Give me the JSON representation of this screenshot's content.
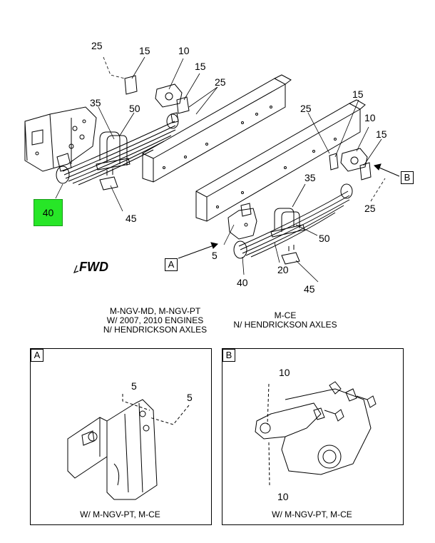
{
  "callouts": {
    "left": [
      "25",
      "15",
      "10",
      "15",
      "25",
      "35",
      "50",
      "40",
      "45"
    ],
    "right": [
      "15",
      "25",
      "10",
      "15",
      "25",
      "35",
      "5",
      "50",
      "20",
      "40",
      "45"
    ],
    "detail_a": [
      "5",
      "5"
    ],
    "detail_b": [
      "10",
      "10"
    ]
  },
  "highlight": {
    "label": "40",
    "color": "#27e627"
  },
  "reference_boxes": {
    "a": "A",
    "b": "B"
  },
  "forward_label": "FWD",
  "captions": {
    "left_line1": "M-NGV-MD, M-NGV-PT",
    "left_line2": "W/ 2007, 2010 ENGINES",
    "left_line3": "N/ HENDRICKSON AXLES",
    "right_line1": "M-CE",
    "right_line2": "N/ HENDRICKSON AXLES"
  },
  "details": {
    "a": {
      "letter": "A",
      "caption": "W/ M-NGV-PT, M-CE"
    },
    "b": {
      "letter": "B",
      "caption": "W/ M-NGV-PT, M-CE"
    }
  }
}
